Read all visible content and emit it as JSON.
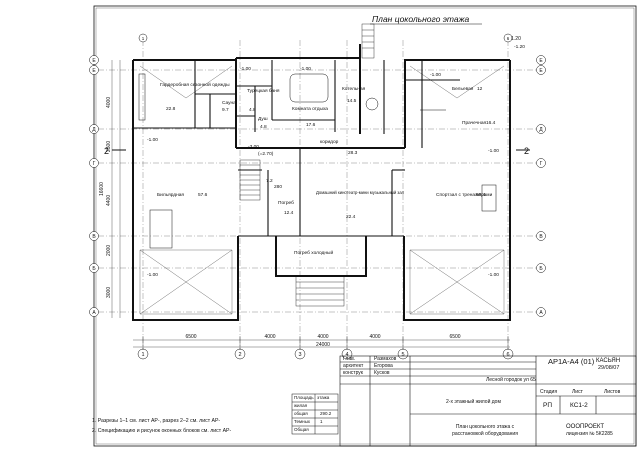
{
  "title": "План цокольного этажа",
  "axes": {
    "columns": [
      "1",
      "2",
      "3",
      "4",
      "5",
      "6"
    ],
    "rows": [
      "А",
      "Б",
      "В",
      "Г",
      "Д",
      "Е"
    ]
  },
  "dimensions": {
    "bottom_spans": [
      "6500",
      "4000",
      "4000",
      "4000",
      "6500"
    ],
    "bottom_total": "24000",
    "left_spans": [
      "3000",
      "2000",
      "4400",
      "2500",
      "4000"
    ],
    "left_total": "16600",
    "top_right": "1.20"
  },
  "rooms": {
    "wardrobe": "Гардеробная сезонной одежды",
    "wardrobe_area": "22.8",
    "sauna": "Сауна",
    "sauna_area": "9.7",
    "bath": "Турецкая баня",
    "bath_area": "4.8",
    "shower": "Душ",
    "shower_area": "4.8",
    "pool_lounge": "Комната отдыха",
    "pool_lounge_area": "17.6",
    "boiler": "Котельная",
    "boiler_area": "14.5",
    "laundry": "Бельевая",
    "laundry_area": "12",
    "ironing": "Прачечная",
    "ironing_area": "16.4",
    "corridor": "коридор",
    "corridor_area": "28.3",
    "billiard": "Бильярдная",
    "billiard_area": "57.6",
    "cinema": "Домашний кинотеатр-мини музыкальный зал",
    "cinema_area": "22.4",
    "sport": "Спортзал с тренажерами",
    "sport_area": "58.4",
    "cellar": "Погреб",
    "cellar_area": "12.4",
    "cold_cellar": "Погреб холодный",
    "storage_area": "7.2",
    "storage_area_2": "280"
  },
  "levels": {
    "minus100": "-1.00",
    "minus300": "-3.00",
    "minus300_note": "(=2.70)",
    "minus120": "-1.20"
  },
  "section_marks": [
    "2",
    "2"
  ],
  "title_block": {
    "code": "АР1А-А4 (01)",
    "author_name": "КАСЬЯН",
    "date": "29/08/07",
    "roles": [
      "Глав.",
      "архитект",
      "конструк"
    ],
    "names": [
      "Размахов",
      "Егорова",
      "Кусков"
    ],
    "location": "Лесной городок ул 65",
    "project": "2-х этажный жилой дом",
    "stage_label": "Стадия",
    "sheet_label": "Лист",
    "sheets_label": "Листов",
    "stage": "РП",
    "sheet": "КС1-2",
    "sheet_title": "План цокольного этажа с расстановкой оборудования",
    "company": "ОООПРОЕКТ",
    "license": "лицензия № 5К2285"
  },
  "area_table": {
    "header_label": "Площадь",
    "header_unit": "этажа",
    "rows": [
      {
        "label": "жилая",
        "value": ""
      },
      {
        "label": "общая",
        "value": "290.2"
      },
      {
        "label": "Темных",
        "value": "1"
      },
      {
        "label": "Общая",
        "value": ""
      }
    ]
  },
  "notes": [
    "1. Разрезы 1–1 см. лист АР-, разрез 2–2 см. лист АР-",
    "2. Спецификацию и рисунок оконных блоков см. лист АР-"
  ],
  "colors": {
    "ink": "#111111",
    "paper": "#ffffff"
  }
}
